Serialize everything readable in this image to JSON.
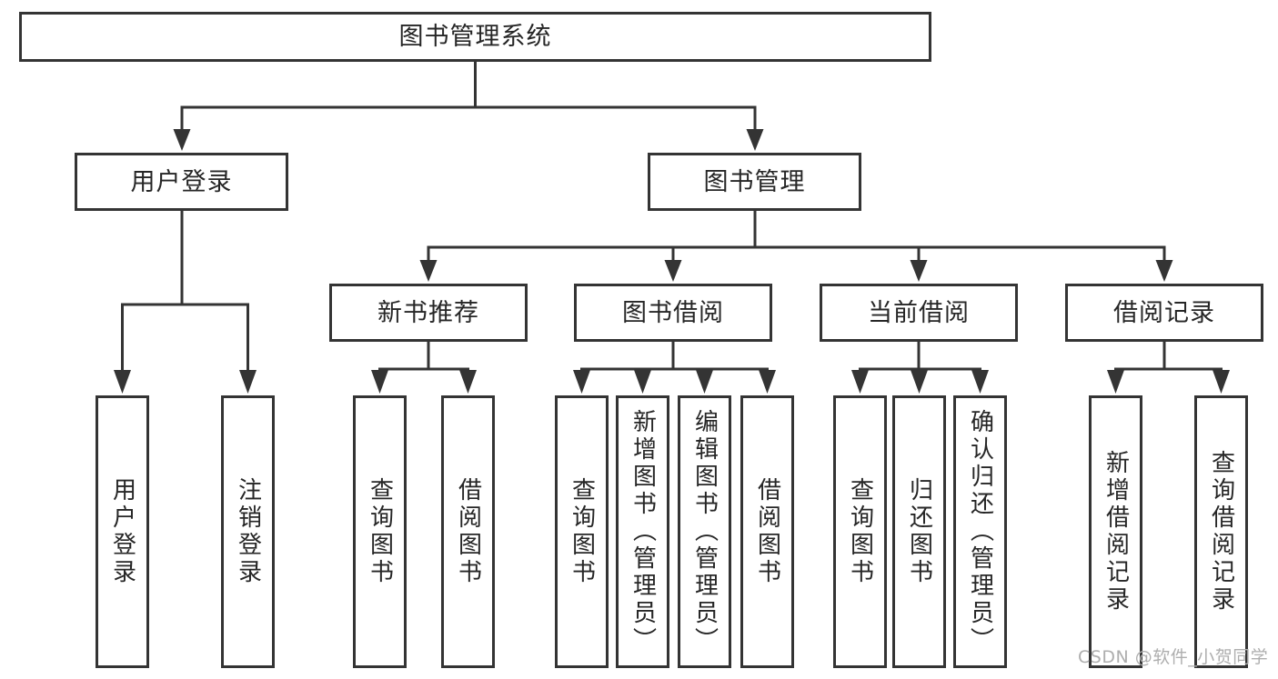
{
  "diagram_title": "图书管理系统",
  "tree": {
    "root": {
      "label": "图书管理系统"
    },
    "branches": [
      {
        "label": "用户登录",
        "children": [
          {
            "label": "用户登录"
          },
          {
            "label": "注销登录"
          }
        ]
      },
      {
        "label": "图书管理",
        "children": [
          {
            "label": "新书推荐",
            "children": [
              {
                "label": "查询图书"
              },
              {
                "label": "借阅图书"
              }
            ]
          },
          {
            "label": "图书借阅",
            "children": [
              {
                "label": "查询图书"
              },
              {
                "label": "新增图书（管理员）"
              },
              {
                "label": "编辑图书（管理员）"
              },
              {
                "label": "借阅图书"
              }
            ]
          },
          {
            "label": "当前借阅",
            "children": [
              {
                "label": "查询图书"
              },
              {
                "label": "归还图书"
              },
              {
                "label": "确认归还（管理员）"
              }
            ]
          },
          {
            "label": "借阅记录",
            "children": [
              {
                "label": "新增借阅记录"
              },
              {
                "label": "查询借阅记录"
              }
            ]
          }
        ]
      }
    ]
  },
  "watermark": "CSDN @软件_小贺同学",
  "colors": {
    "line": "#343434",
    "box_border": "#343434",
    "text": "#262626",
    "watermark": "#aeaeae",
    "background": "#ffffff"
  }
}
